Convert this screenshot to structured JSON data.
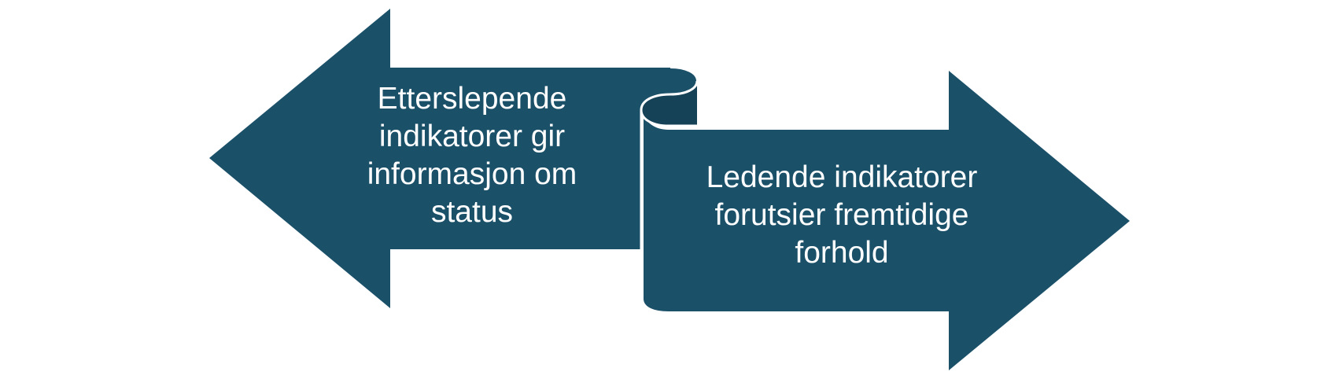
{
  "diagram": {
    "left_arrow": {
      "direction": "left",
      "lines": [
        "Etterslepende",
        "indikatorer gir",
        "informasjon om",
        "status"
      ]
    },
    "right_arrow": {
      "direction": "right",
      "lines": [
        "Ledende indikatorer",
        "forutsier fremtidige",
        "forhold"
      ]
    },
    "colors": {
      "arrow_fill": "#1b5069",
      "curl_inner": "#164257",
      "outline": "#ffffff",
      "background": "#ffffff",
      "text": "#ffffff"
    }
  }
}
